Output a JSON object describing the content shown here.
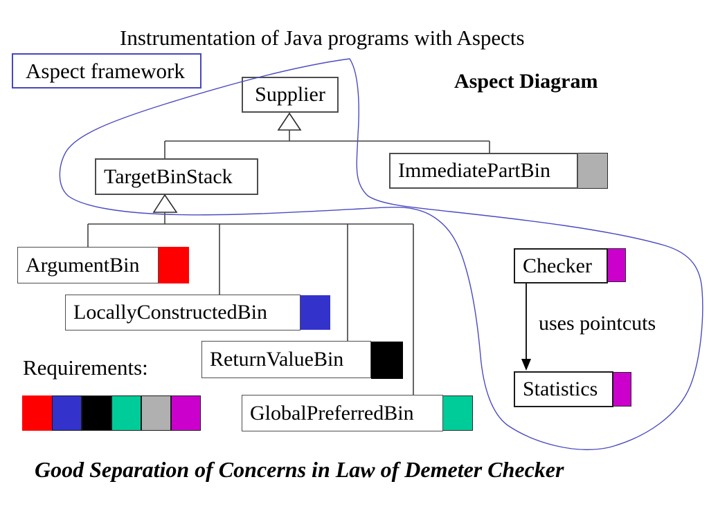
{
  "title": "Instrumentation of Java programs with Aspects",
  "labels": {
    "aspect_framework": "Aspect framework",
    "aspect_diagram": "Aspect Diagram",
    "uses_pointcuts": "uses pointcuts",
    "requirements": "Requirements:",
    "footer": "Good Separation of Concerns in Law of Demeter Checker"
  },
  "classes": {
    "supplier": "Supplier",
    "target_bin_stack": "TargetBinStack",
    "immediate_part_bin": "ImmediatePartBin",
    "argument_bin": "ArgumentBin",
    "locally_constructed_bin": "LocallyConstructedBin",
    "return_value_bin": "ReturnValueBin",
    "global_preferred_bin": "GlobalPreferredBin",
    "checker": "Checker",
    "statistics": "Statistics"
  },
  "colors": {
    "red": "#ff0000",
    "blue": "#3333cc",
    "black": "#000000",
    "green": "#00cc99",
    "gray": "#b0b0b0",
    "magenta": "#cc00cc",
    "curve": "#4a4ac2",
    "connector": "#404040"
  },
  "requirements_swatches": [
    "#ff0000",
    "#3333cc",
    "#000000",
    "#00cc99",
    "#b0b0b0",
    "#cc00cc"
  ]
}
